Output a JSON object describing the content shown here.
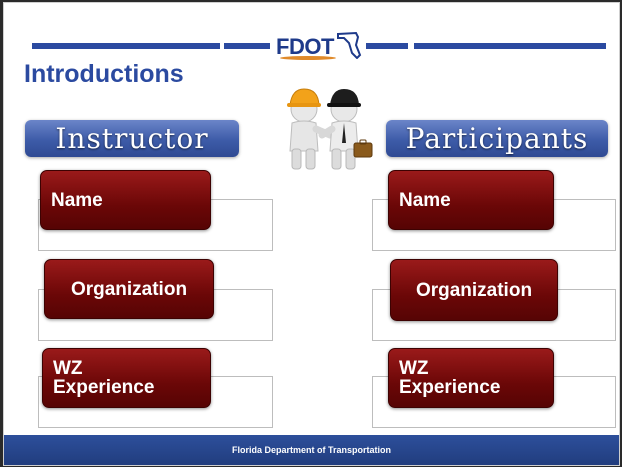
{
  "logo": {
    "text": "FDOT"
  },
  "title": "Introductions",
  "columns": [
    {
      "header": "Instructor",
      "items": [
        "Name",
        "Organization",
        "WZ Experience"
      ]
    },
    {
      "header": "Participants",
      "items": [
        "Name",
        "Organization",
        "WZ Experience"
      ]
    }
  ],
  "illustration": {
    "icon": "handshake-workers-icon"
  },
  "footer": "Florida Department of Transportation",
  "colors": {
    "blue": "#2b4aa0",
    "maroon": "#6b0707",
    "footer": "#213d7e"
  }
}
